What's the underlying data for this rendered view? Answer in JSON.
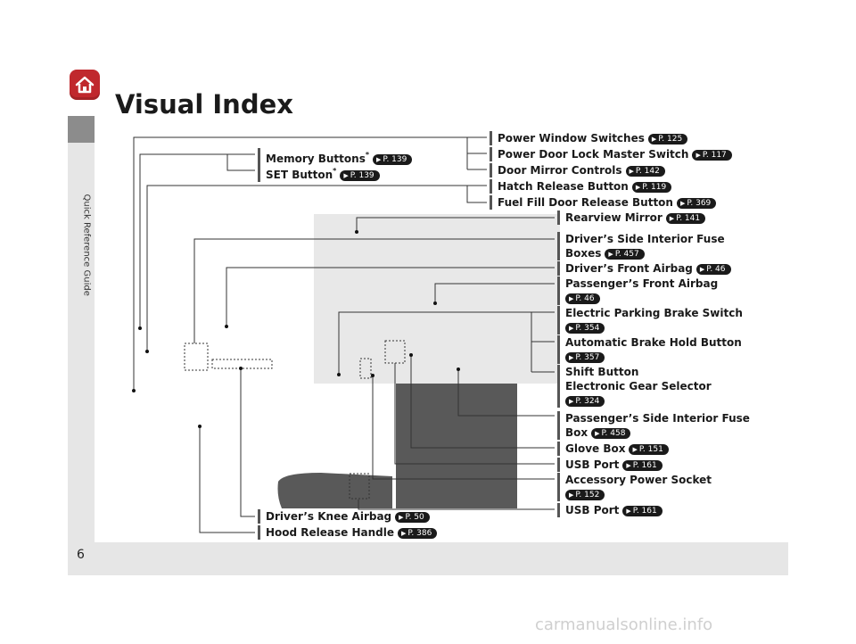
{
  "title": "Visual Index",
  "sidebar": {
    "section": "Quick Reference Guide"
  },
  "page_number": "6",
  "watermark": "carmanualsonline.info",
  "labels": {
    "power_window": {
      "text": "Power Window Switches",
      "page": "P. 125"
    },
    "power_door_lock": {
      "text": "Power Door Lock Master Switch",
      "page": "P. 117"
    },
    "door_mirror": {
      "text": "Door Mirror Controls",
      "page": "P. 142"
    },
    "memory_buttons": {
      "text": "Memory Buttons",
      "asterisk": "*",
      "page": "P. 139"
    },
    "set_button": {
      "text": "SET Button",
      "asterisk": "*",
      "page": "P. 139"
    },
    "hatch_release": {
      "text": "Hatch Release Button",
      "page": "P. 119"
    },
    "fuel_fill": {
      "text": "Fuel Fill Door Release Button",
      "page": "P. 369"
    },
    "rearview_mirror": {
      "text": "Rearview Mirror",
      "page": "P. 141"
    },
    "drivers_fuse": {
      "line1": "Driver’s Side Interior Fuse",
      "line2": "Boxes",
      "page": "P. 457"
    },
    "drivers_airbag": {
      "text": "Driver’s Front Airbag",
      "page": "P. 46"
    },
    "passengers_airbag": {
      "line1": "Passenger’s Front Airbag",
      "page": "P. 46"
    },
    "epb": {
      "line1": "Electric Parking Brake Switch",
      "page": "P. 354"
    },
    "auto_brake_hold": {
      "line1": "Automatic Brake Hold Button",
      "page": "P. 357"
    },
    "shift_button": {
      "line1": "Shift Button",
      "line2": "Electronic Gear Selector",
      "page": "P. 324"
    },
    "passengers_fuse": {
      "line1": "Passenger’s Side Interior Fuse",
      "line2": "Box",
      "page": "P. 458"
    },
    "glove_box": {
      "text": "Glove Box",
      "page": "P. 151"
    },
    "usb_port_1": {
      "text": "USB Port",
      "page": "P. 161"
    },
    "accessory_socket": {
      "line1": "Accessory Power Socket",
      "page": "P. 152"
    },
    "usb_port_2": {
      "text": "USB Port",
      "page": "P. 161"
    },
    "knee_airbag": {
      "text": "Driver’s Knee Airbag",
      "page": "P. 50"
    },
    "hood_release": {
      "text": "Hood Release Handle",
      "page": "P. 386"
    }
  }
}
